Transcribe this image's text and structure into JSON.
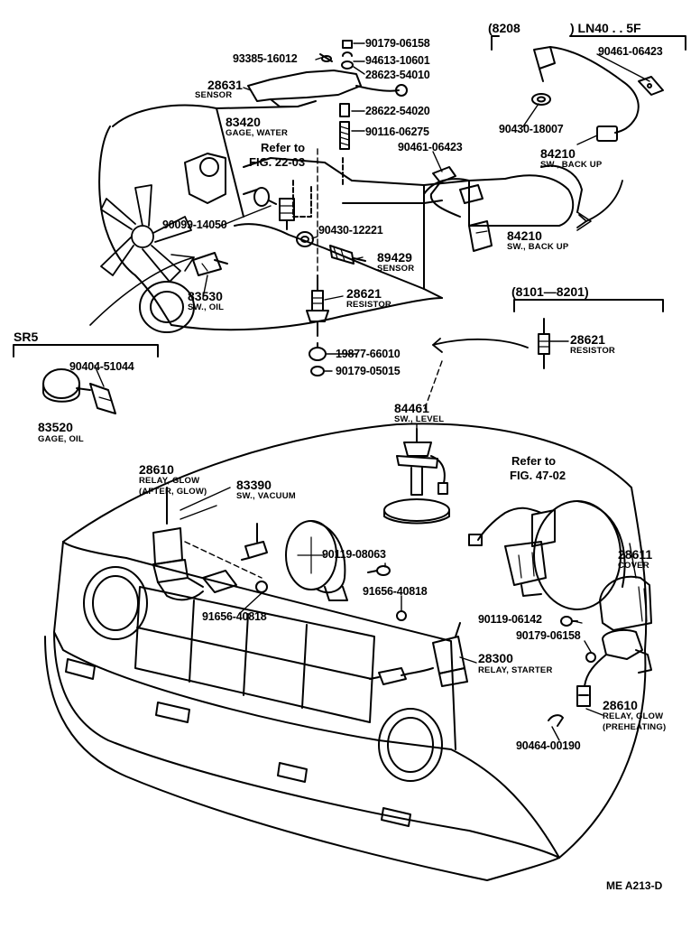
{
  "callouts": {
    "c_90179_06158a": "90179-06158",
    "c_93385_16012": "93385-16012",
    "c_94613_10601": "94613-10601",
    "c_28623_54010": "28623-54010",
    "c_28631": "28631",
    "c_28631_desc": "SENSOR",
    "c_28622_54020": "28622-54020",
    "c_83420": "83420",
    "c_83420_desc": "GAGE, WATER",
    "c_90116_06275": "90116-06275",
    "c_ref_2203_a": "Refer to",
    "c_ref_2203_b": "FIG. 22-03",
    "c_90461_06423a": "90461-06423",
    "c_90461_06423b": "90461-06423",
    "c_90430_18007": "90430-18007",
    "c_84210a": "84210",
    "c_84210a_desc": "SW., BACK UP",
    "c_84210b": "84210",
    "c_84210b_desc": "SW., BACK UP",
    "c_90099_14050": "90099-14050",
    "c_90430_12221": "90430-12221",
    "c_89429": "89429",
    "c_89429_desc": "SENSOR",
    "c_83530": "83530",
    "c_83530_desc": "SW., OIL",
    "c_28621a": "28621",
    "c_28621a_desc": "RESISTOR",
    "c_28621b": "28621",
    "c_28621b_desc": "RESISTOR",
    "c_90404_51044": "90404-51044",
    "c_83520": "83520",
    "c_83520_desc": "GAGE, OIL",
    "c_19877_66010": "19877-66010",
    "c_90179_05015": "90179-05015",
    "c_84461": "84461",
    "c_84461_desc": "SW., LEVEL",
    "c_28610a": "28610",
    "c_28610a_desc1": "RELAY, GLOW",
    "c_28610a_desc2": "(AFTER, GLOW)",
    "c_83390": "83390",
    "c_83390_desc": "SW., VACUUM",
    "c_ref_4702_a": "Refer to",
    "c_ref_4702_b": "FIG. 47-02",
    "c_28611": "28611",
    "c_28611_desc": "COVER",
    "c_90119_08063": "90119-08063",
    "c_91656_40818a": "91656-40818",
    "c_91656_40818b": "91656-40818",
    "c_90119_06142": "90119-06142",
    "c_90179_06158b": "90179-06158",
    "c_28300": "28300",
    "c_28300_desc": "RELAY, STARTER",
    "c_28610b": "28610",
    "c_28610b_desc1": "RELAY, GLOW",
    "c_28610b_desc2": "(PREHEATING)",
    "c_90464_00190": "90464-00190"
  },
  "headers": {
    "model_range_a_open": "(8208",
    "model_range_a_close": ") LN40 . . 5F",
    "model_range_b": "(8101—8201)",
    "sr5": "SR5"
  },
  "footer": {
    "figure_code": "ME  A213-D"
  }
}
